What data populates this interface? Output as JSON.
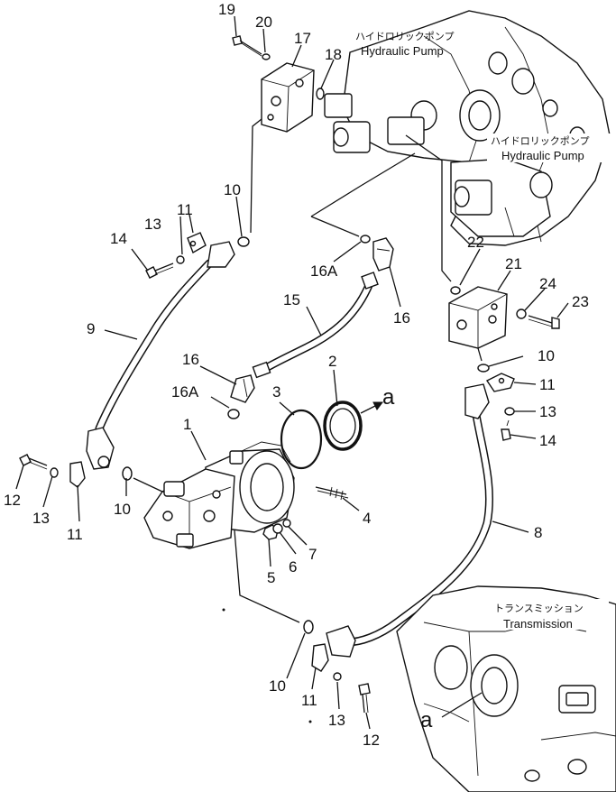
{
  "labels": {
    "pump_top_jp": "ハイドロリックポンプ",
    "pump_top_en": "Hydraulic Pump",
    "pump_right_jp": "ハイドロリックポンプ",
    "pump_right_en": "Hydraulic Pump",
    "transmission_jp": "トランスミッション",
    "transmission_en": "Transmission",
    "view_arrow": "a",
    "view_target": "a"
  },
  "callouts": {
    "c19": "19",
    "c20": "20",
    "c17": "17",
    "c18": "18",
    "c10a": "10",
    "c13a": "13",
    "c11a": "11",
    "c14a": "14",
    "c16Aa": "16A",
    "c16a": "16",
    "c15": "15",
    "c9": "9",
    "c22": "22",
    "c21": "21",
    "c24": "24",
    "c23": "23",
    "c10b": "10",
    "c11b": "11",
    "c13b": "13",
    "c14b": "14",
    "c16b": "16",
    "c16Ab": "16A",
    "c3": "3",
    "c2": "2",
    "c1": "1",
    "c12a": "12",
    "c13c": "13",
    "c11c": "11",
    "c10c": "10",
    "c4": "4",
    "c5": "5",
    "c6": "6",
    "c7": "7",
    "c8": "8",
    "c10d": "10",
    "c11d": "11",
    "c13d": "13",
    "c12b": "12"
  }
}
